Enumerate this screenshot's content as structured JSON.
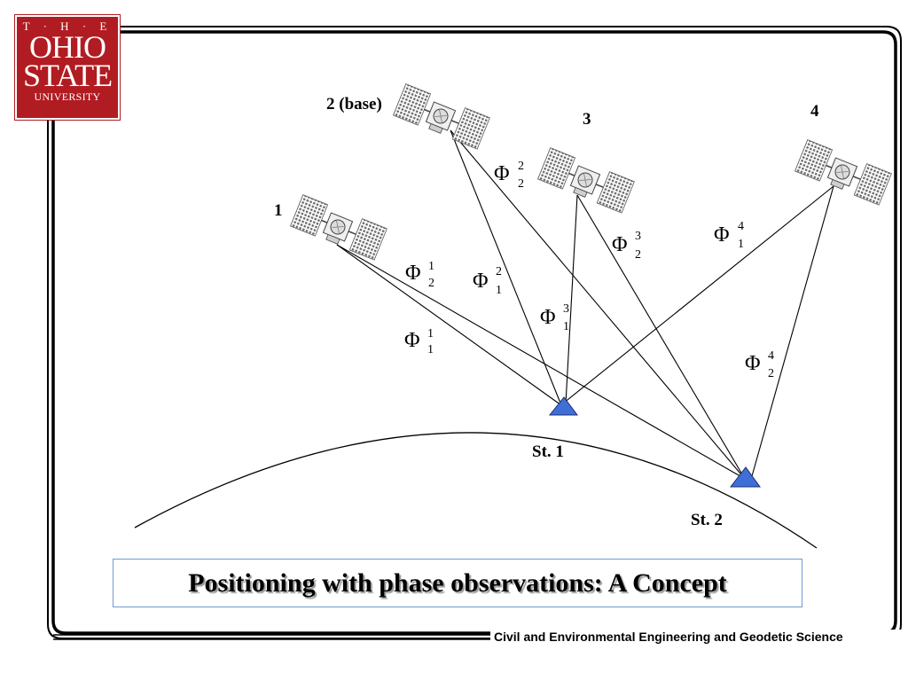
{
  "logo": {
    "line1": "T · H · E",
    "line2": "OHIO",
    "line3": "STATE",
    "line4": "UNIVERSITY",
    "color": "#b11c22"
  },
  "diagram": {
    "satellites": [
      {
        "id": "sat1",
        "label": "1"
      },
      {
        "id": "sat2",
        "label": "2 (base)"
      },
      {
        "id": "sat3",
        "label": "3"
      },
      {
        "id": "sat4",
        "label": "4"
      }
    ],
    "stations": [
      {
        "id": "st1",
        "label": "St. 1",
        "color": "#3f6fd6"
      },
      {
        "id": "st2",
        "label": "St. 2",
        "color": "#3f6fd6"
      }
    ],
    "observations": [
      {
        "symbol": "Φ",
        "station": "1",
        "satellite": "1"
      },
      {
        "symbol": "Φ",
        "station": "2",
        "satellite": "1"
      },
      {
        "symbol": "Φ",
        "station": "1",
        "satellite": "2"
      },
      {
        "symbol": "Φ",
        "station": "2",
        "satellite": "2"
      },
      {
        "symbol": "Φ",
        "station": "1",
        "satellite": "3"
      },
      {
        "symbol": "Φ",
        "station": "2",
        "satellite": "3"
      },
      {
        "symbol": "Φ",
        "station": "1",
        "satellite": "4"
      },
      {
        "symbol": "Φ",
        "station": "2",
        "satellite": "4"
      }
    ]
  },
  "title": "Positioning with phase observations: A Concept",
  "footer": "Civil and Environmental Engineering and Geodetic Science"
}
